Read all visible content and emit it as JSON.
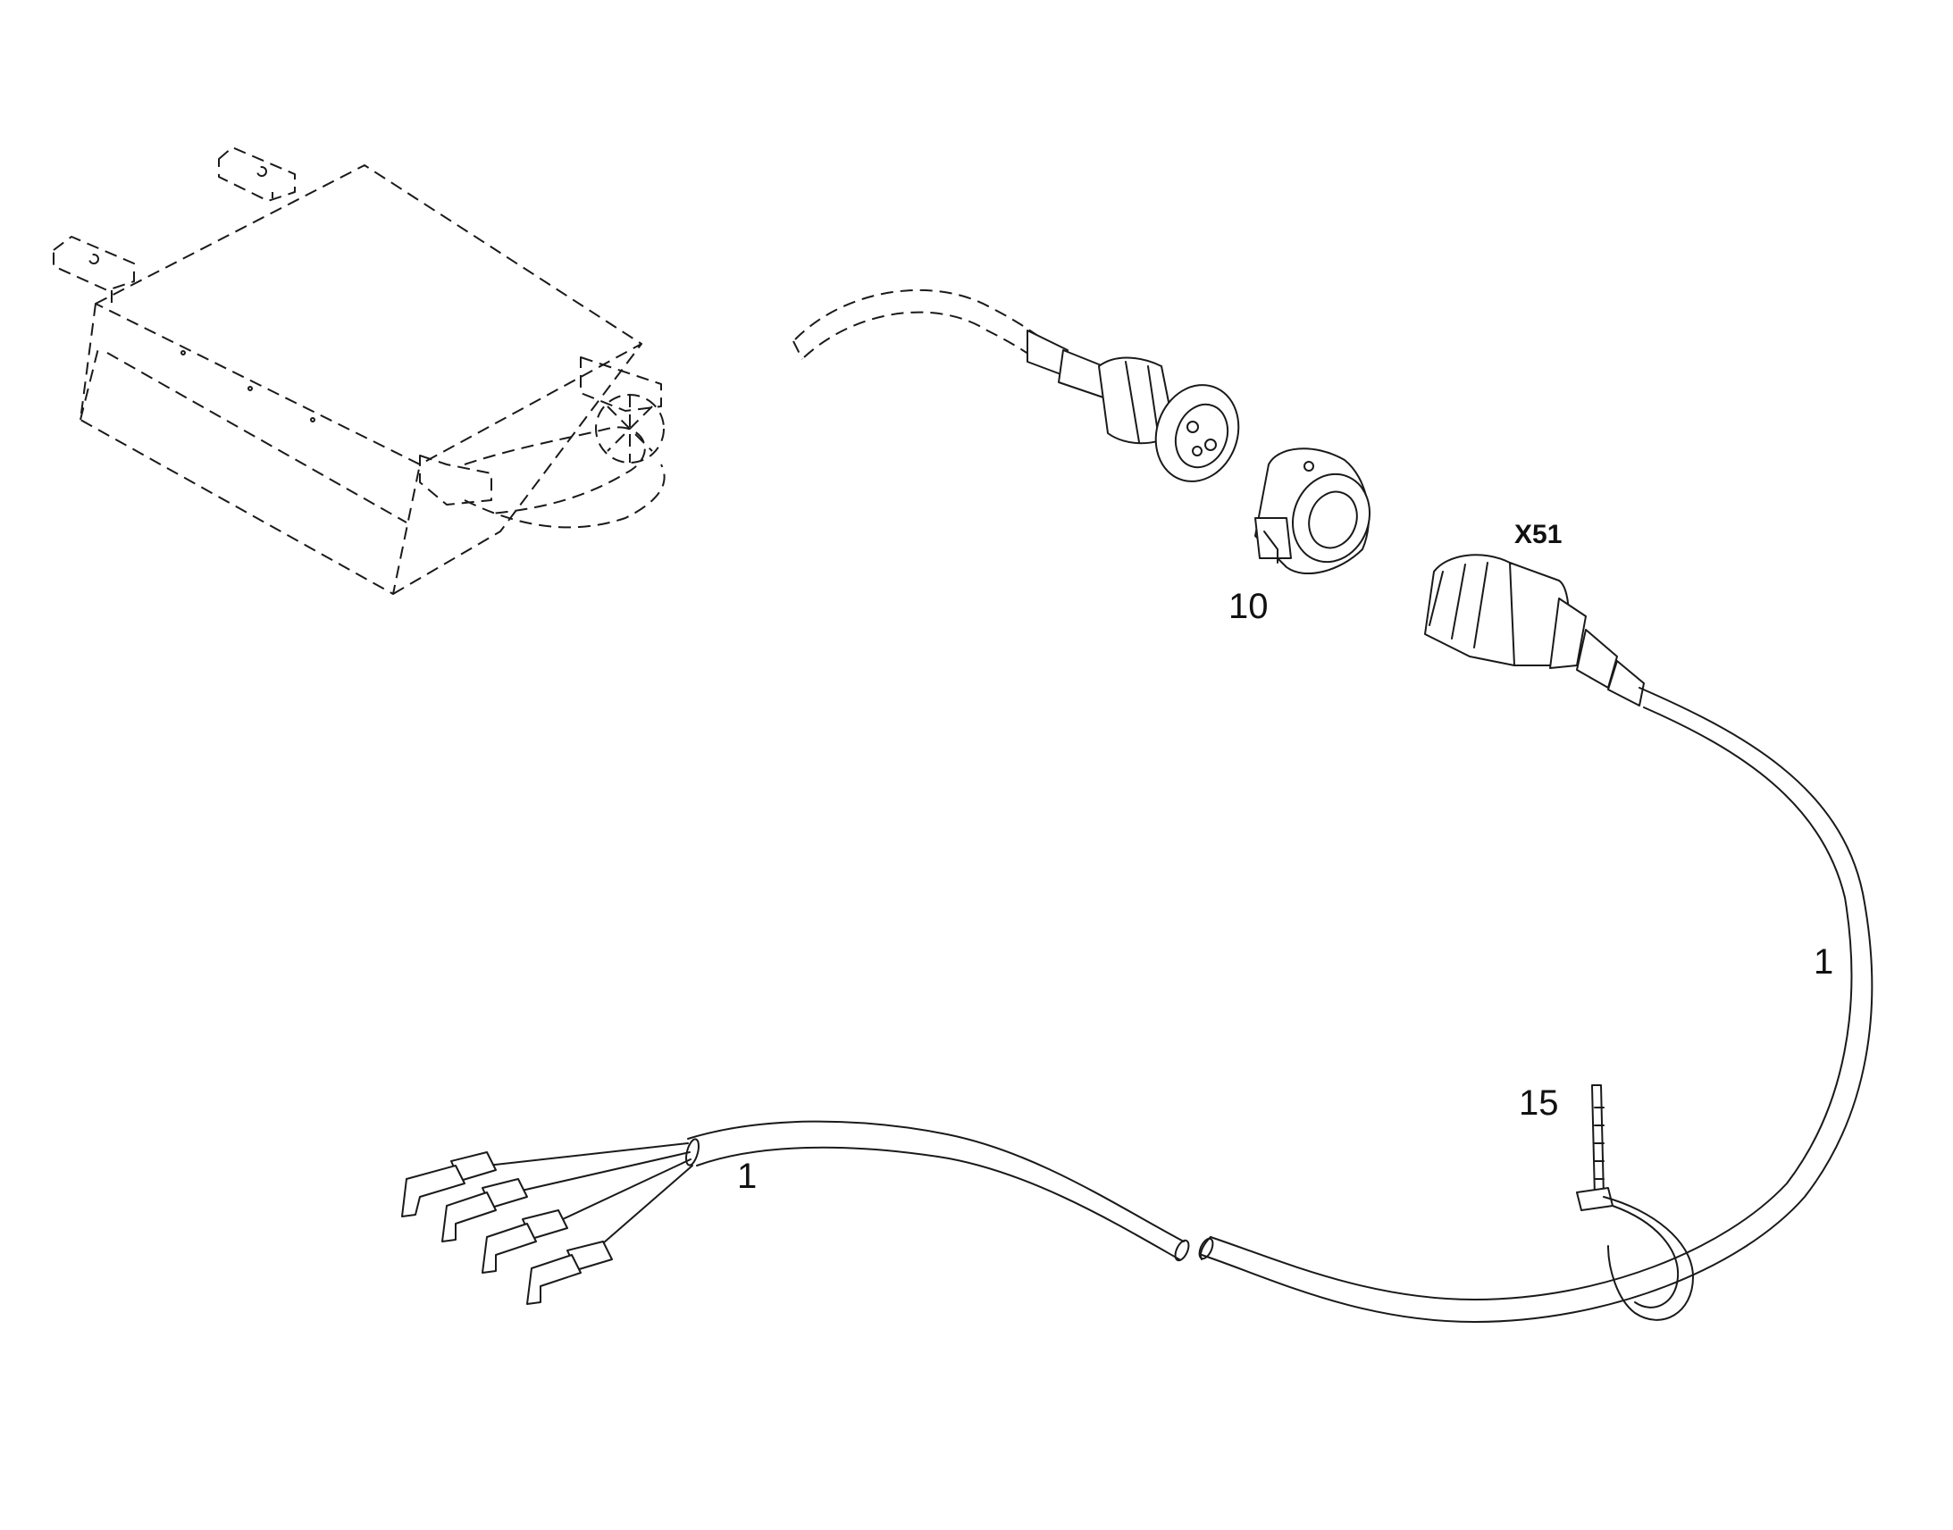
{
  "labels": {
    "connector_ref": "X51",
    "ring_ref": "10",
    "cable_ref_right": "1",
    "cable_ref_left": "1",
    "tie_ref": "15"
  }
}
